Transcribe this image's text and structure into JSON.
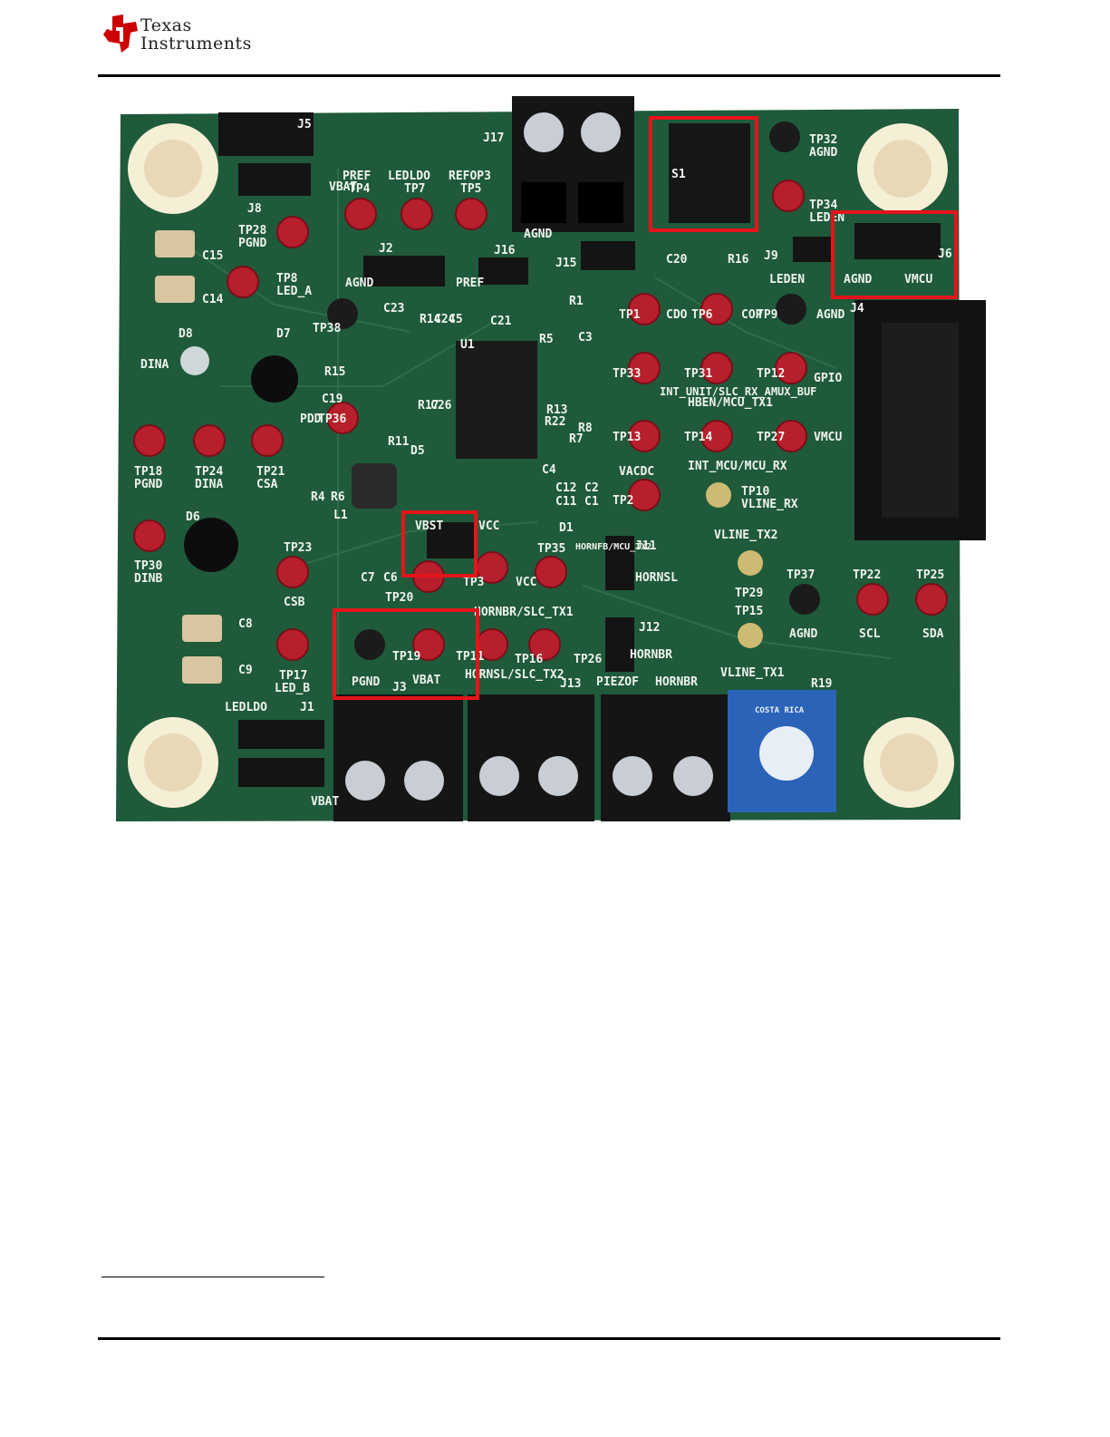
{
  "header": {
    "brand_line1": "Texas",
    "brand_line2": "Instruments",
    "logo_color": "#cc0000"
  },
  "board": {
    "top_labels": [
      "PREF",
      "LEDLDO",
      "REFOP3",
      "TP4",
      "TP7",
      "TP5",
      "J17",
      "J8",
      "J5",
      "VBAT",
      "AGND",
      "S1",
      "C20",
      "R16",
      "TP32",
      "AGND",
      "TP34",
      "LEDEN"
    ],
    "left_labels": [
      "TP28",
      "PGND",
      "TP8",
      "LED_A",
      "C15",
      "C14",
      "D8",
      "DINA",
      "D7",
      "TP18",
      "PGND",
      "TP24",
      "DINA",
      "TP21",
      "CSA",
      "D6",
      "TP30",
      "DINB",
      "TP23",
      "CSB",
      "C8",
      "C9",
      "TP17",
      "LED_B",
      "LEDLDO",
      "J1"
    ],
    "center_labels": [
      "J2",
      "AGND",
      "J16",
      "J15",
      "PREF",
      "R1",
      "TP38",
      "C23",
      "R14",
      "C24",
      "C5",
      "C21",
      "U1",
      "R5",
      "C3",
      "R15",
      "R17",
      "C26",
      "R13",
      "R22",
      "R8",
      "R7",
      "C19",
      "TP36",
      "PDD",
      "R11",
      "D5",
      "R4",
      "R6",
      "L1",
      "C4",
      "C12",
      "C2",
      "C11",
      "C1",
      "D1",
      "C7",
      "C6",
      "VBST",
      "VCC",
      "TP20",
      "TP3",
      "TP35",
      "VCC"
    ],
    "right_labels": [
      "TP1",
      "CDO",
      "TP6",
      "COP",
      "TP9",
      "AGND",
      "TP33",
      "TP31",
      "TP12",
      "GPIO",
      "HBEN/MCU_TX1",
      "TP13",
      "TP14",
      "TP27",
      "VMCU",
      "INT_MCU/MCU_RX",
      "VACDC",
      "TP2",
      "TP10",
      "VLINE_RX",
      "INT_UNIT/SLC_RX_AMUX_BUF",
      "J9",
      "LEDEN",
      "J6",
      "AGND",
      "VMCU",
      "J4",
      "VLINE_TX2",
      "TP29",
      "TP15",
      "VLINE_TX1",
      "TP37",
      "AGND",
      "TP22",
      "SCL",
      "TP25",
      "SDA",
      "R19",
      "COSTA RICA"
    ],
    "bottom_labels": [
      "HORNFB/MCU_TX2",
      "J11",
      "HORNSL",
      "HORNBR/SLC_TX1",
      "TP16",
      "TP26",
      "J12",
      "HORNBR",
      "PGND",
      "VBAT",
      "TP19",
      "TP11",
      "J3",
      "HORNSL/SLC_TX2",
      "J13",
      "PIEZOF",
      "HORNBR",
      "VBAT"
    ],
    "highlight_color": "#e5141b",
    "pcb_color": "#1f5a3a"
  }
}
